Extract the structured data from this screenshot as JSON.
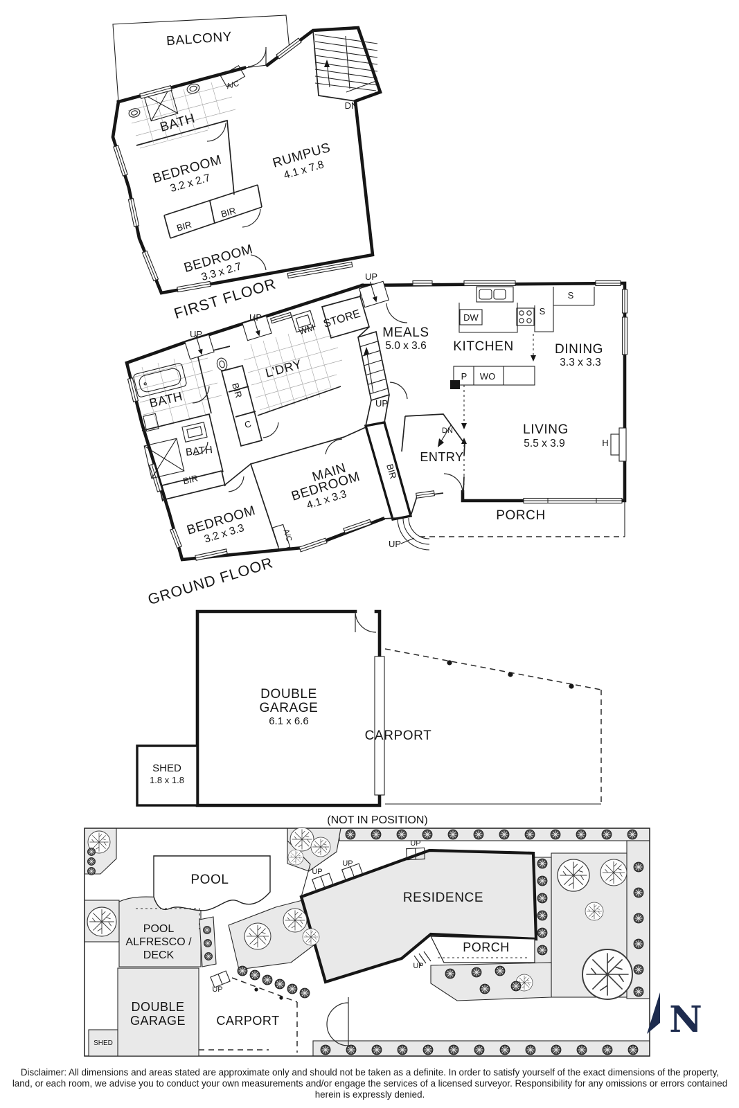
{
  "first_floor": {
    "title": "FIRST FLOOR",
    "balcony": "BALCONY",
    "bath": "BATH",
    "ac": "A/C",
    "bir": "BIR",
    "dn": "DN",
    "bedroom1": {
      "name": "BEDROOM",
      "dims": "3.2 x 2.7"
    },
    "rumpus": {
      "name": "RUMPUS",
      "dims": "4.1 x 7.8"
    },
    "bedroom2": {
      "name": "BEDROOM",
      "dims": "3.3 x 2.7"
    }
  },
  "ground_floor": {
    "title": "GROUND FLOOR",
    "up": "UP",
    "dn": "DN",
    "wm": "WM",
    "store": "STORE",
    "laundry": "L'DRY",
    "bir": "BIR",
    "c": "C",
    "bath": "BATH",
    "ac": "A/C",
    "meals": {
      "name": "MEALS",
      "dims": "5.0 x 3.6"
    },
    "kitchen": "KITCHEN",
    "dw": "DW",
    "p": "P",
    "wo": "WO",
    "s": "S",
    "dining": {
      "name": "DINING",
      "dims": "3.3 x 3.3"
    },
    "living": {
      "name": "LIVING",
      "dims": "5.5 x 3.9"
    },
    "h": "H",
    "entry": "ENTRY",
    "porch": "PORCH",
    "bedroom": {
      "name": "BEDROOM",
      "dims": "3.2 x 3.3"
    },
    "main_bedroom": {
      "line1": "MAIN",
      "line2": "BEDROOM",
      "dims": "4.1 x 3.3"
    }
  },
  "outbuildings": {
    "garage": {
      "line1": "DOUBLE",
      "line2": "GARAGE",
      "dims": "6.1 x 6.6"
    },
    "shed": {
      "name": "SHED",
      "dims": "1.8 x 1.8"
    },
    "carport": "CARPORT",
    "note": "(NOT IN POSITION)"
  },
  "site_plan": {
    "pool": "POOL",
    "alfresco": {
      "line1": "POOL",
      "line2": "ALFRESCO /",
      "line3": "DECK"
    },
    "garage": {
      "line1": "DOUBLE",
      "line2": "GARAGE"
    },
    "shed": "SHED",
    "carport": "CARPORT",
    "residence": "RESIDENCE",
    "porch": "PORCH",
    "up": "UP",
    "north": "N"
  },
  "disclaimer": "Disclaimer: All dimensions and areas stated are approximate only and should not be taken as a definite. In order to satisfy yourself of the exact dimensions of the property, land, or each room, we advise you to conduct your own measurements and/or engage the services of a licensed surveyor. Responsibility for any omissions or errors contained herein is expressly denied.",
  "colors": {
    "wall": "#161616",
    "landscape_fill": "#e9e9e9",
    "north_arrow": "#1d2b4e"
  }
}
